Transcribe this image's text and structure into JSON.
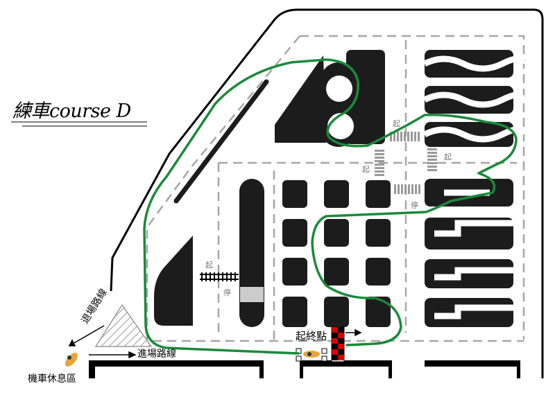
{
  "map": {
    "title": "練車course D",
    "exit_route_label": "退場路線",
    "entry_route_label": "進場路線",
    "start_finish_label": "起終點",
    "rest_area_label": "機車休息區",
    "sign_stop": "停",
    "sign_go": "起",
    "colors": {
      "route": "#1a8a3a",
      "block": "#1c1c1c",
      "boundary": "#000000",
      "lane_marking": "#a6a6a6",
      "crosswalk": "#999999",
      "checker": "#d40000"
    }
  }
}
